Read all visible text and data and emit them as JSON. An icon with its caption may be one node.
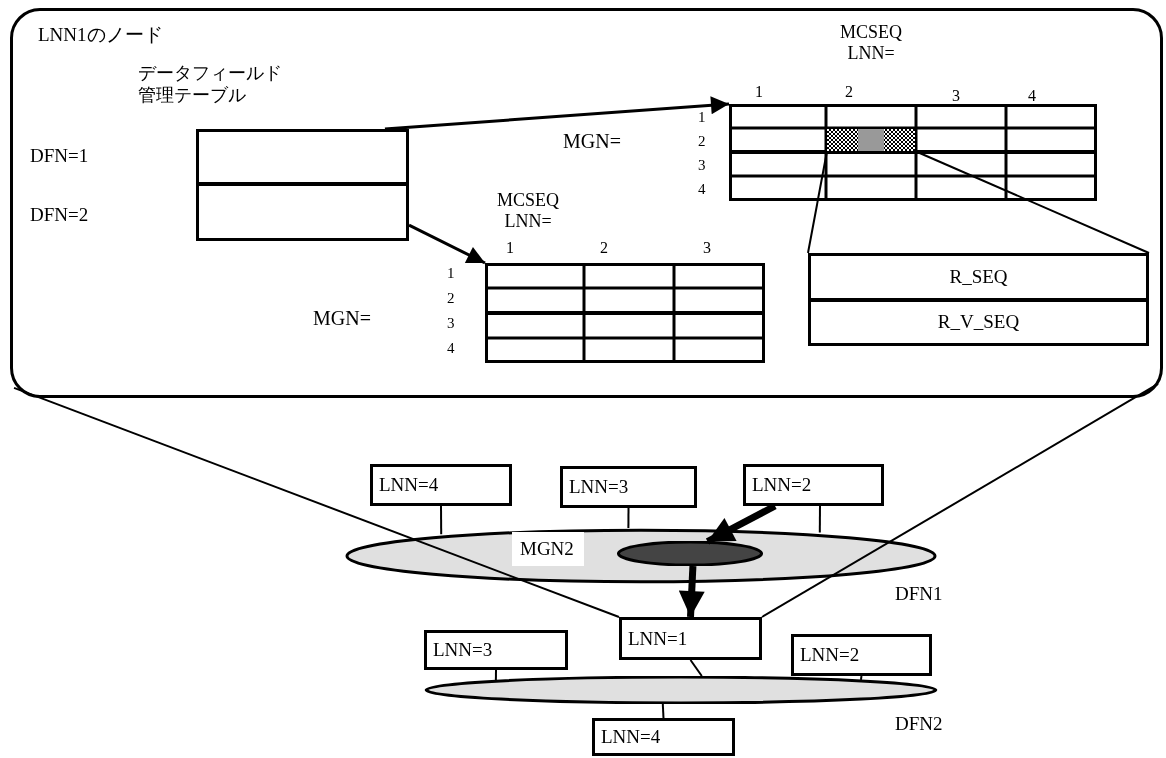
{
  "diagram": {
    "nodes": [
      {
        "text": [
          "LNN1のノード"
        ]
      },
      {
        "text": [
          "データフィールド管理テーブル"
        ],
        "in": 0
      },
      {
        "text": [],
        "shape": "box",
        "in": 1
      },
      {
        "text": [],
        "shape": "box",
        "in": 1
      },
      {
        "text": [
          "MCSEQ LNN="
        ],
        "in": 0
      },
      {
        "text": [],
        "shape": "box",
        "in": 4
      },
      {
        "text": [
          "MCSEQ LNN="
        ],
        "in": 0
      },
      {
        "text": [
          "R_SEQ",
          "R_V_SEQ"
        ],
        "in": 0
      },
      {
        "text": [
          "LNN=4"
        ]
      },
      {
        "text": [
          "LNN=3"
        ]
      },
      {
        "text": [
          "LNN=2"
        ]
      },
      {
        "text": [
          "MGN2"
        ],
        "beside": [
          "DFN1"
        ]
      },
      {
        "text": [],
        "shape": "ellipse",
        "in": 11
      },
      {
        "text": [
          "LNN=3"
        ]
      },
      {
        "text": [
          "LNN=1"
        ]
      },
      {
        "text": [
          "LNN=2"
        ]
      },
      {
        "text": [],
        "shape": "ellipse",
        "beside": [
          "DFN2"
        ]
      },
      {
        "text": [
          "LNN=4"
        ]
      }
    ],
    "edges": [
      {
        "from": 2,
        "to": 4,
        "arrow": "to"
      },
      {
        "from": 3,
        "to": 6,
        "arrow": "to"
      },
      {
        "from": 5,
        "to": 7,
        "arrow": "none"
      },
      {
        "from": 5,
        "to": 7,
        "arrow": "none"
      },
      {
        "from": 8,
        "to": 11,
        "arrow": "none"
      },
      {
        "from": 9,
        "to": 11,
        "arrow": "none"
      },
      {
        "from": 10,
        "to": 11,
        "arrow": "none"
      },
      {
        "from": 10,
        "to": 12,
        "arrow": "to",
        "style": "thick"
      },
      {
        "from": 12,
        "to": 14,
        "arrow": "to",
        "style": "thick"
      },
      {
        "from": 14,
        "to": 0,
        "arrow": "none"
      },
      {
        "from": 14,
        "to": 0,
        "arrow": "none"
      },
      {
        "from": 13,
        "to": 16,
        "arrow": "none"
      },
      {
        "from": 14,
        "to": 16,
        "arrow": "none"
      },
      {
        "from": 15,
        "to": 16,
        "arrow": "none"
      },
      {
        "from": 16,
        "to": 17,
        "arrow": "none"
      }
    ],
    "labels": [
      "DFN=1",
      "DFN=2",
      "1",
      "2",
      "3",
      "4",
      "MGN=",
      "1",
      "2",
      "3",
      "4",
      "1",
      "2",
      "3",
      "MGN=",
      "1",
      "2",
      "3",
      "4"
    ]
  }
}
